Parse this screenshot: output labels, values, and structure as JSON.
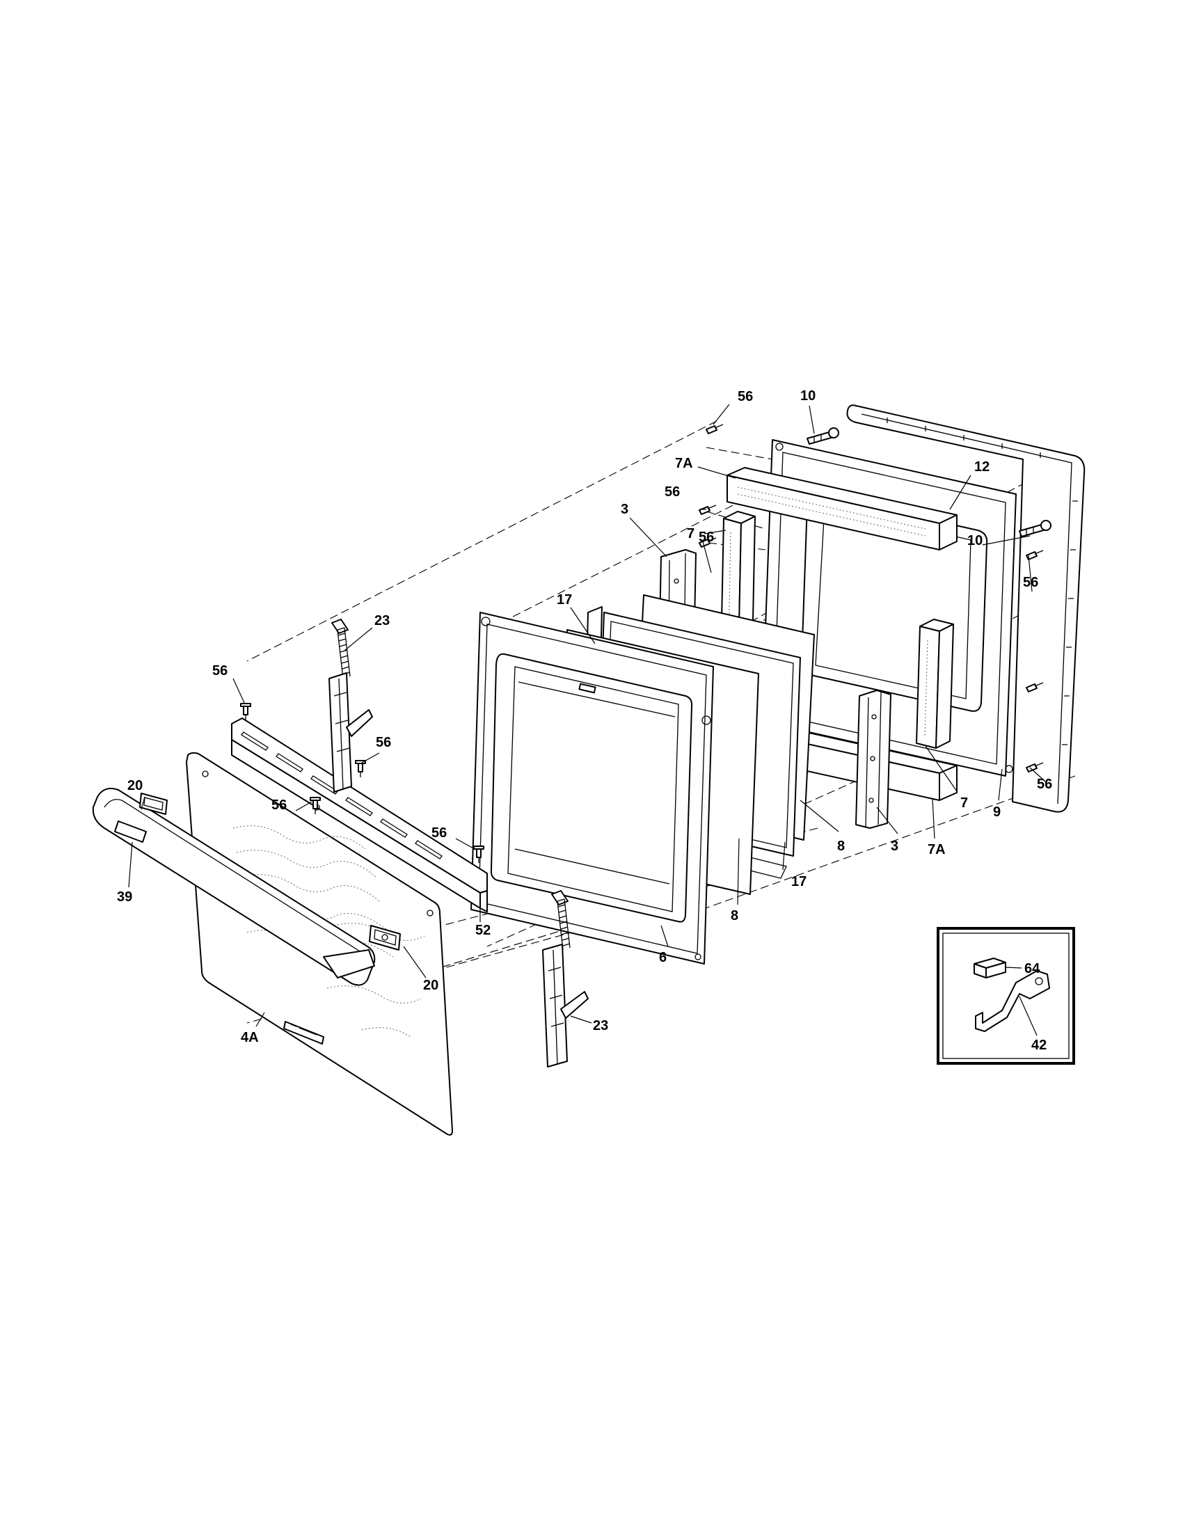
{
  "labels": {
    "l56_top": "56",
    "l10_top": "10",
    "l7A_top": "7A",
    "l12": "12",
    "l56_a": "56",
    "l7_top": "7",
    "l3_left": "3",
    "l56_b": "56",
    "l10_right": "10",
    "l56_right_top": "56",
    "l17_top": "17",
    "l23_top": "23",
    "l56_hinge": "56",
    "l56_right_bottom": "56",
    "l20_left": "20",
    "l56_trim": "56",
    "l56_center": "56",
    "l7_bottom": "7",
    "l9": "9",
    "l56_trim_right": "56",
    "l8_right": "8",
    "l3_right": "3",
    "l7A_bottom": "7A",
    "l39": "39",
    "l17_bottom": "17",
    "l8_bottom": "8",
    "l52": "52",
    "l6": "6",
    "l20_right": "20",
    "l64": "64",
    "l23_bottom": "23",
    "l42": "42",
    "l4A": "4A"
  }
}
